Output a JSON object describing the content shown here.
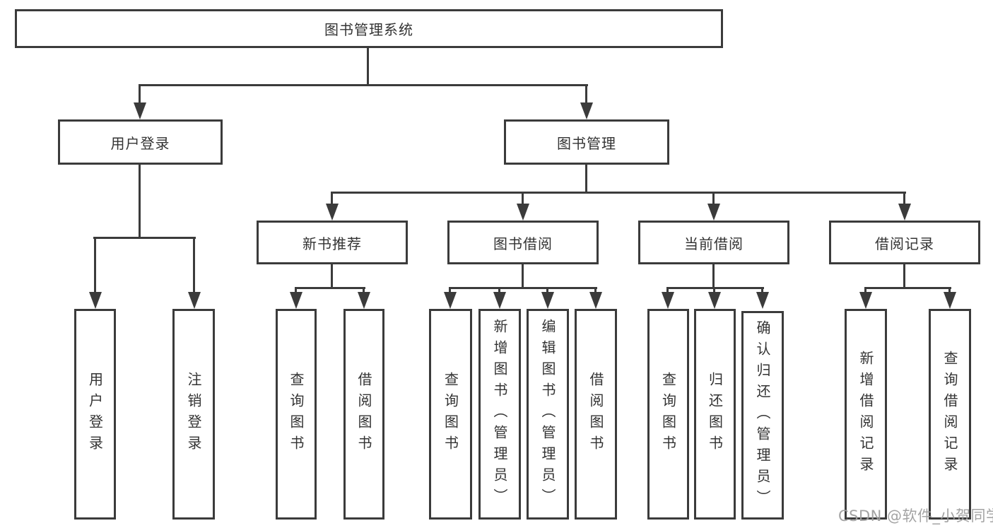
{
  "colors": {
    "line": "#3b3b3b",
    "text": "#333333",
    "watermark": "#9e9e9e",
    "background": "#ffffff"
  },
  "watermark": {
    "text": "CSDN @软件_小贺同学"
  },
  "diagram": {
    "root": {
      "label": "图书管理系统"
    },
    "branches": {
      "user_login": {
        "label": "用户登录",
        "children": [
          {
            "label": "用户登录"
          },
          {
            "label": "注销登录"
          }
        ]
      },
      "book_mgmt": {
        "label": "图书管理",
        "children": [
          {
            "label": "新书推荐",
            "children": [
              {
                "label": "查询图书"
              },
              {
                "label": "借阅图书"
              }
            ]
          },
          {
            "label": "图书借阅",
            "children": [
              {
                "label": "查询图书"
              },
              {
                "label": "新增图书（管理员）"
              },
              {
                "label": "编辑图书（管理员）"
              },
              {
                "label": "借阅图书"
              }
            ]
          },
          {
            "label": "当前借阅",
            "children": [
              {
                "label": "查询图书"
              },
              {
                "label": "归还图书"
              },
              {
                "label": "确认归还（管理员）"
              }
            ]
          },
          {
            "label": "借阅记录",
            "children": [
              {
                "label": "新增借阅记录"
              },
              {
                "label": "查询借阅记录"
              }
            ]
          }
        ]
      }
    }
  }
}
